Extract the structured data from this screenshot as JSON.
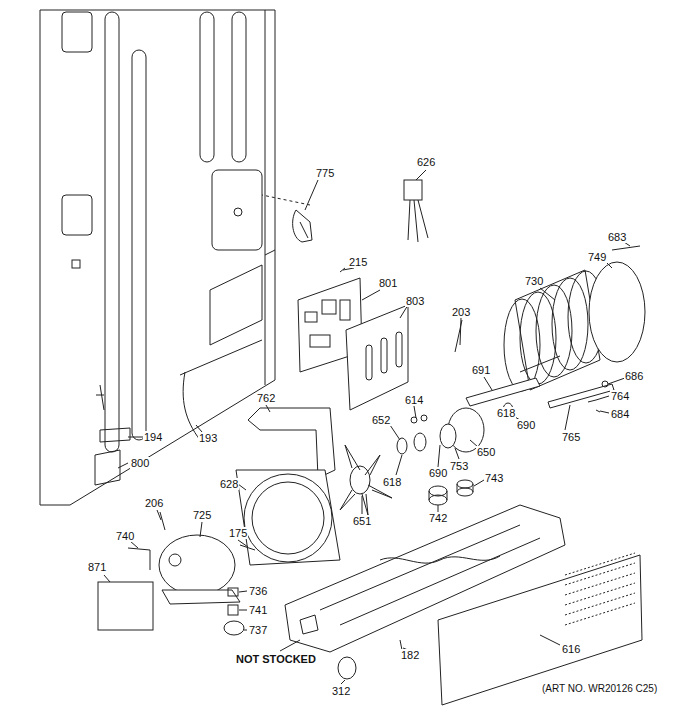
{
  "diagram": {
    "labels": [
      "775",
      "626",
      "215",
      "801",
      "803",
      "203",
      "730",
      "749",
      "683",
      "686",
      "764",
      "684",
      "765",
      "691",
      "690",
      "618",
      "614",
      "652",
      "753",
      "650",
      "618",
      "690",
      "762",
      "194",
      "193",
      "800",
      "628",
      "651",
      "742",
      "743",
      "206",
      "725",
      "740",
      "175",
      "871",
      "736",
      "741",
      "737",
      "NOT STOCKED",
      "312",
      "182",
      "616",
      "(ART NO. WR20126 C25)"
    ]
  }
}
